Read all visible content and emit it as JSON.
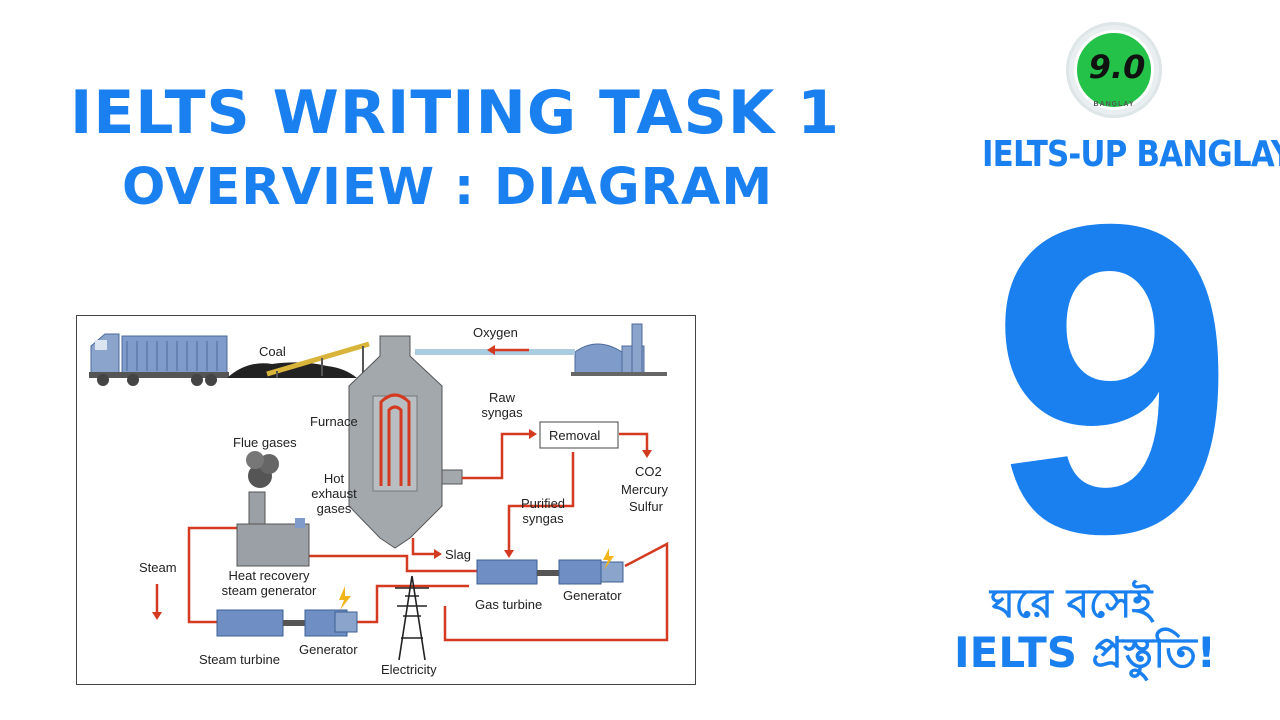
{
  "heading": {
    "line1": "IELTS WRITING TASK 1",
    "line2": "OVERVIEW : DIAGRAM"
  },
  "logo": {
    "score": "9.0",
    "sub": "BANGLAY"
  },
  "brand": {
    "name": "IELTS-UP BANGLAY",
    "big_number": "9"
  },
  "tagline": {
    "line1": "ঘরে বসেই",
    "line2": "IELTS প্রস্তুতি!"
  },
  "diagram": {
    "labels": {
      "coal": "Coal",
      "oxygen": "Oxygen",
      "raw_syngas": "Raw syngas",
      "furnace": "Furnace",
      "removal": "Removal",
      "flue_gases": "Flue gases",
      "hot_exhaust": "Hot exhaust gases",
      "co2": "CO2",
      "mercury": "Mercury",
      "sulfur": "Sulfur",
      "purified_syngas": "Purified syngas",
      "steam": "Steam",
      "slag": "Slag",
      "heat_recovery": "Heat recovery steam generator",
      "gas_turbine": "Gas turbine",
      "generator": "Generator",
      "steam_turbine": "Steam turbine",
      "electricity": "Electricity"
    },
    "colors": {
      "flow": "#d43a1f",
      "equipment": "#6f8fc4",
      "furnace": "#a3a8ad",
      "coal": "#222222",
      "conveyor": "#d9b43a"
    }
  }
}
